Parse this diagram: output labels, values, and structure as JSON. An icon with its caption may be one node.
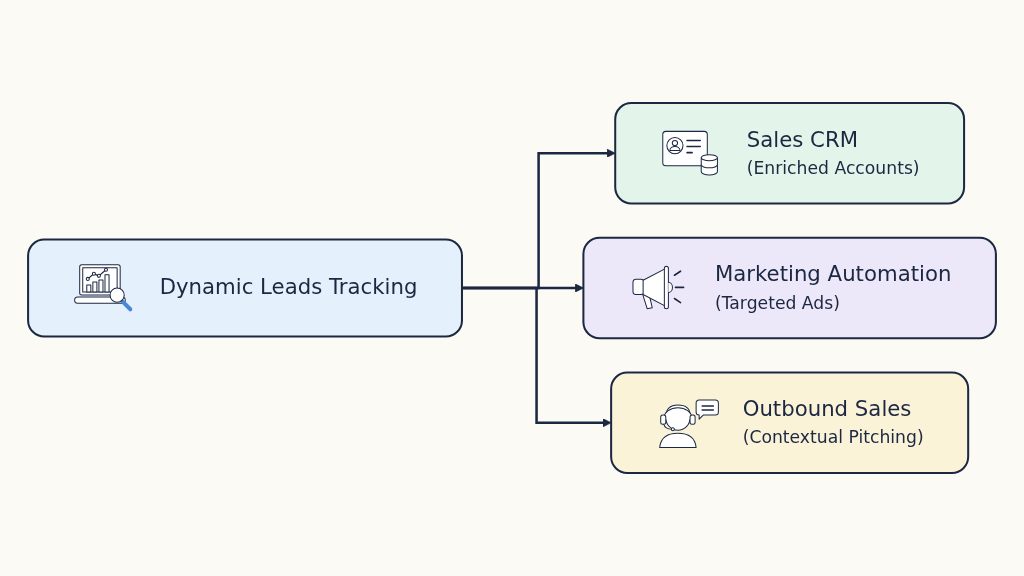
{
  "diagram": {
    "nodes": [
      {
        "text": [
          "Dynamic Leads Tracking"
        ]
      },
      {
        "text": [
          "Sales CRM",
          "(Enriched Accounts)"
        ]
      },
      {
        "text": [
          "Marketing Automation",
          "(Targeted Ads)"
        ]
      },
      {
        "text": [
          "Outbound Sales",
          "(Contextual Pitching)"
        ]
      }
    ],
    "edges": [
      {
        "from": 0,
        "to": 1,
        "arrow": "to"
      },
      {
        "from": 0,
        "to": 2,
        "arrow": "to"
      },
      {
        "from": 0,
        "to": 3,
        "arrow": "to"
      }
    ]
  }
}
